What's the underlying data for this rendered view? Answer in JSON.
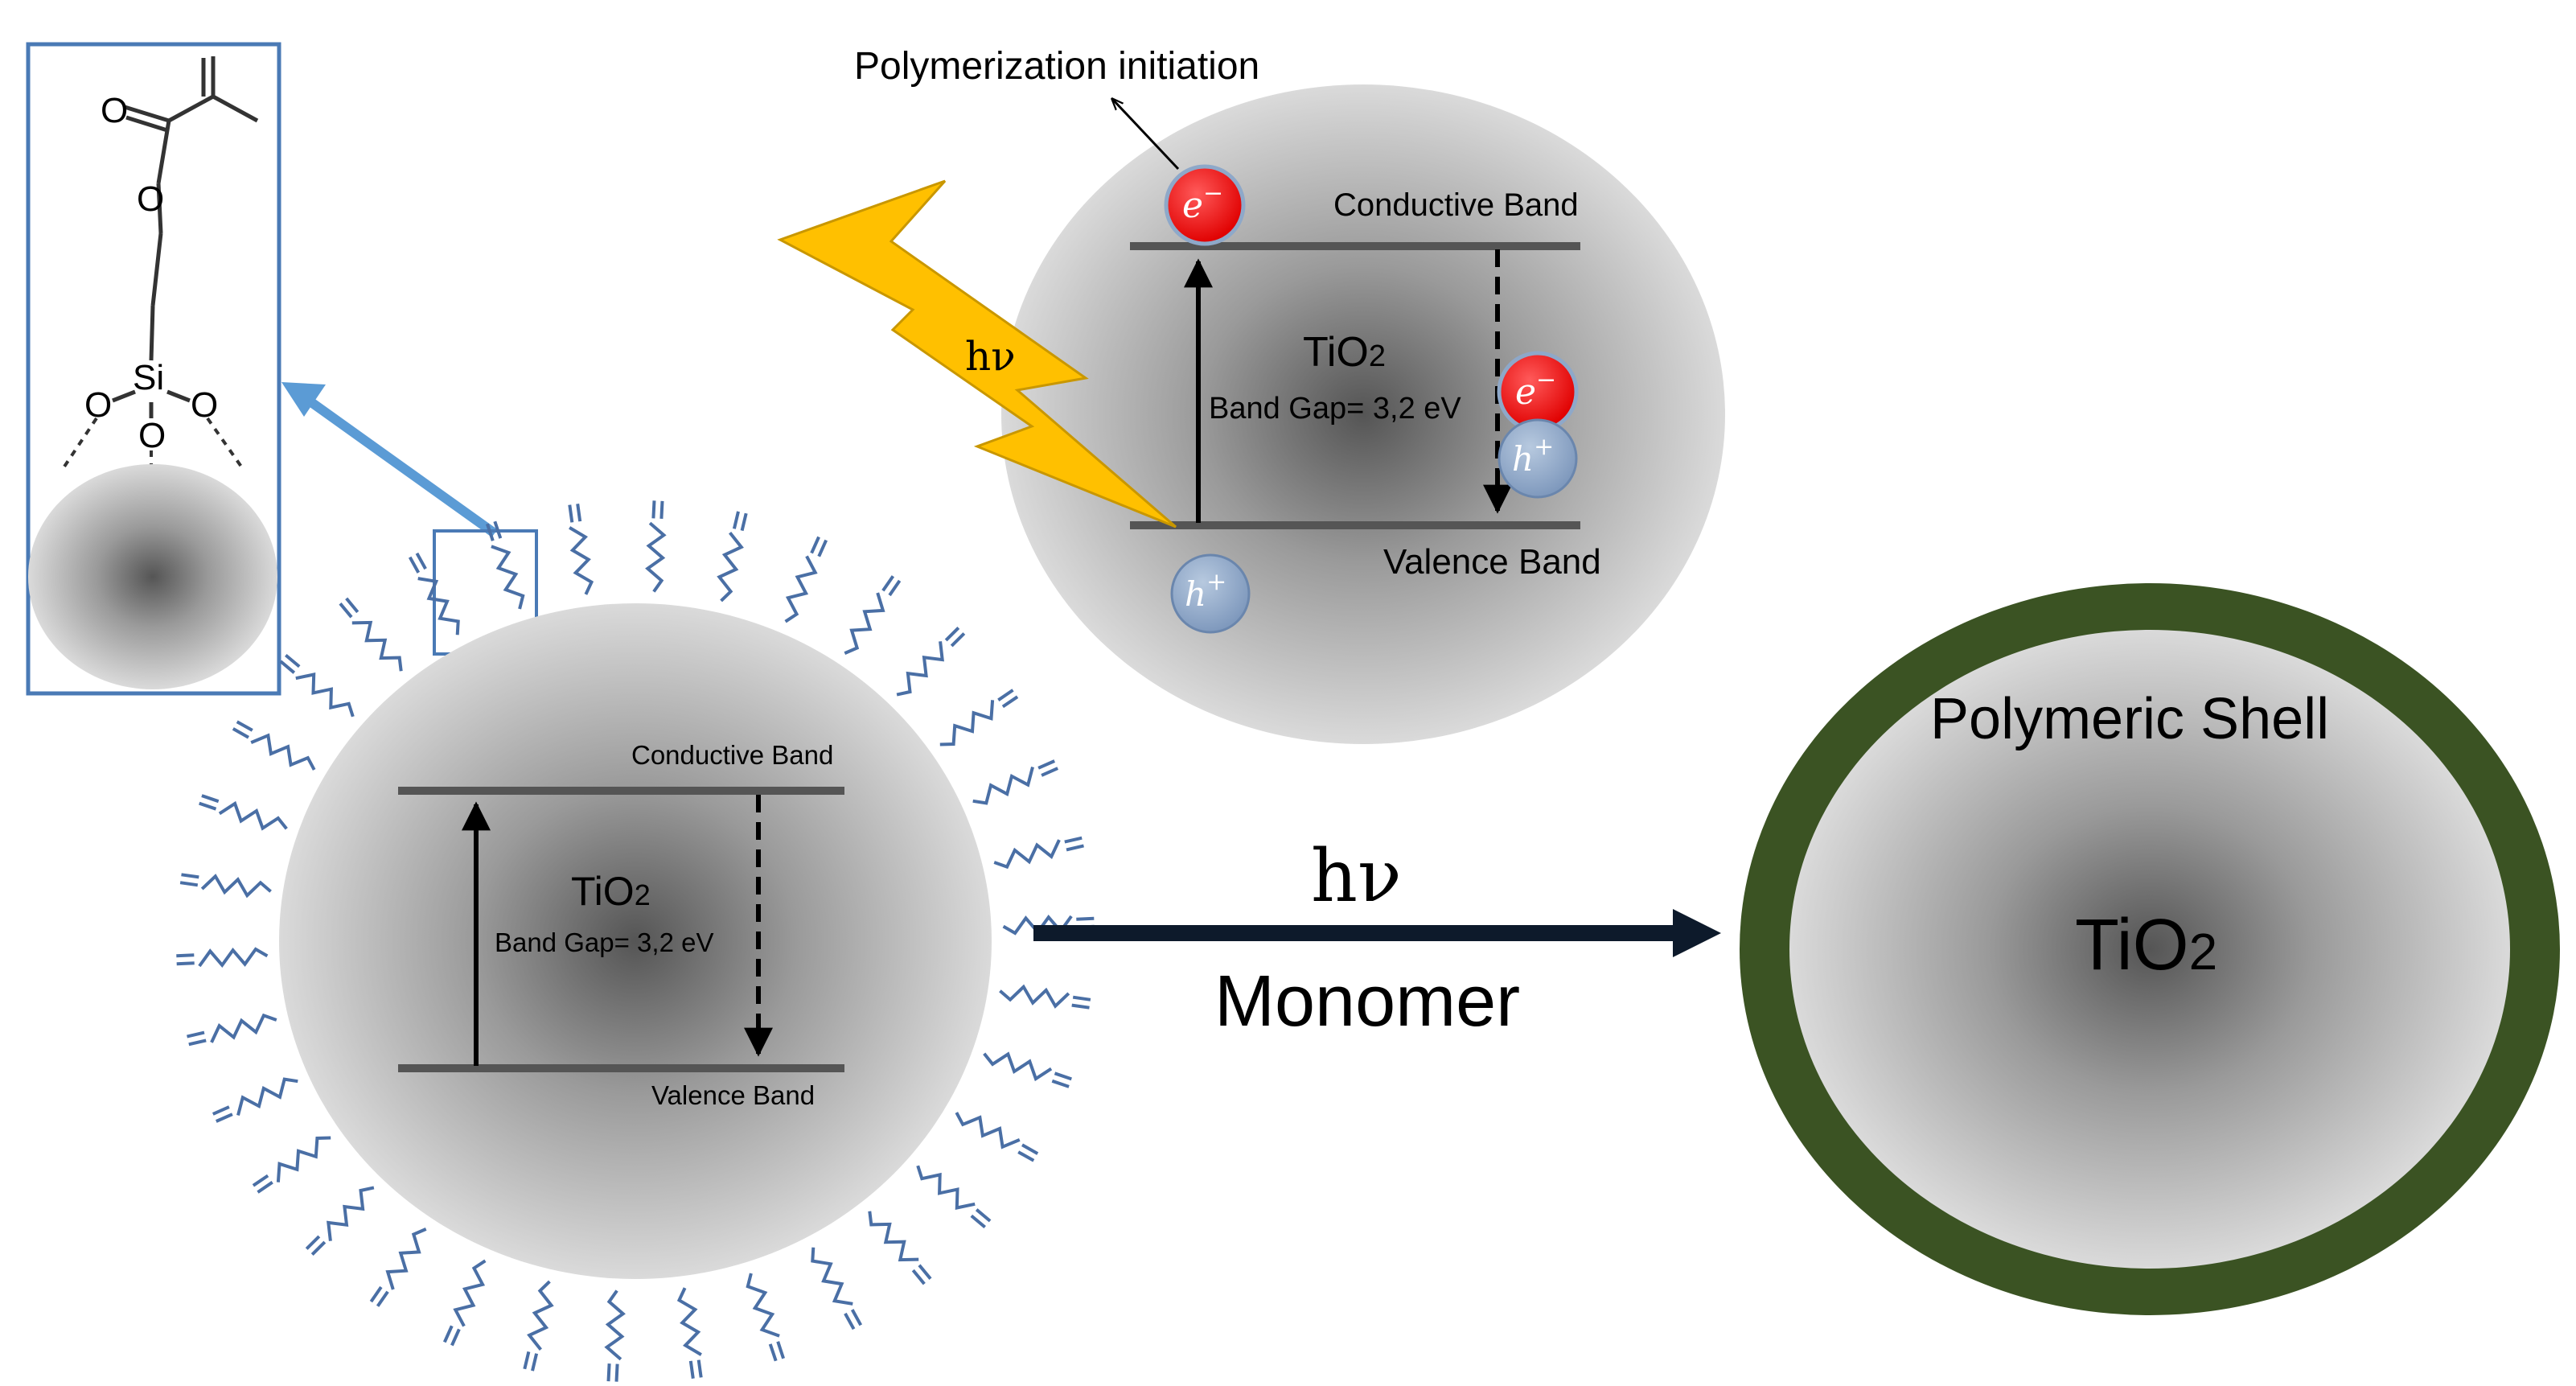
{
  "inset": {
    "atoms": {
      "o_carbonyl": "O",
      "o_ester": "O",
      "si": "Si",
      "o_left": "O",
      "o_right": "O",
      "o_bottom": "O"
    }
  },
  "mechanism": {
    "polymerization_initiation": "Polymerization initiation",
    "conductive_band": "Conductive Band",
    "valence_band": "Valence Band",
    "light_label": "hν",
    "particle_label": "TiO",
    "particle_label_sub": "2",
    "band_gap": "Band Gap= 3,2 eV",
    "electron_symbol": "e",
    "electron_charge": "−",
    "hole_symbol": "h",
    "hole_charge": "+"
  },
  "functionalized_particle": {
    "conductive_band": "Conductive Band",
    "valence_band": "Valence Band",
    "particle_label": "TiO",
    "particle_label_sub": "2",
    "band_gap": "Band Gap= 3,2 eV"
  },
  "reaction": {
    "light_label": "hν",
    "monomer_label": "Monomer"
  },
  "product": {
    "shell_label": "Polymeric Shell",
    "core_label": "TiO",
    "core_label_sub": "2"
  },
  "colors": {
    "shell_green": "#3b5323",
    "shell_text_green": "#3f5f22",
    "lightning_yellow": "#ffc000",
    "electron_red": "#ff0000",
    "hole_blue": "#8ea8c9",
    "zoom_arrow_blue": "#5b9bd5",
    "ligand_blue": "#4a6fa5",
    "band_line": "#555555",
    "reaction_arrow": "#0d1a2b"
  }
}
